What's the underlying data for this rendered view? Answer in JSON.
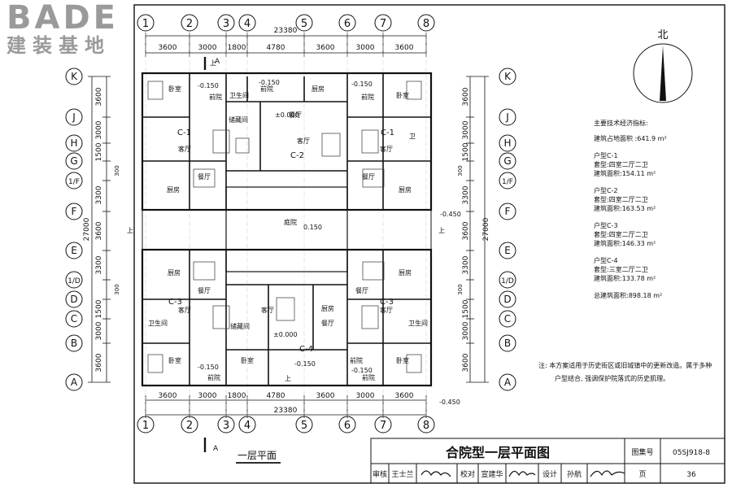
{
  "logo": {
    "en": "BADE",
    "cn": "建装基地"
  },
  "grid": {
    "columns": [
      "1",
      "2",
      "3",
      "4",
      "5",
      "6",
      "7",
      "8"
    ],
    "rows": [
      "K",
      "J",
      "H",
      "G",
      "1/F",
      "F",
      "E",
      "1/D",
      "D",
      "C",
      "B",
      "A"
    ],
    "top_dims": [
      "3600",
      "3000",
      "1800",
      "4780",
      "3600",
      "3000",
      "3600"
    ],
    "bottom_dims": [
      "3600",
      "3000",
      "1800",
      "4780",
      "3600",
      "3000",
      "3600"
    ],
    "total_width": "23380",
    "left_dims": [
      "3600",
      "3000",
      "1500",
      "3300",
      "3600",
      "3300",
      "1500",
      "3000",
      "3600"
    ],
    "right_dims": [
      "3600",
      "3000",
      "1500",
      "3300",
      "3600",
      "3300",
      "1500",
      "3000",
      "3600"
    ],
    "left_small": [
      "300",
      "300"
    ],
    "right_small": [
      "300",
      "300"
    ],
    "total_height": "27000"
  },
  "north": "北",
  "plan": {
    "rooms": {
      "wo": "卧室",
      "qianyuan": "前院",
      "weisheng": "卫生间",
      "wei": "卫",
      "chufang": "厨房",
      "canting": "餐厅",
      "keting": "客厅",
      "chucang": "储藏间",
      "tingyuan": "庭院"
    },
    "units": {
      "c1": "C-1",
      "c2": "C-2",
      "c3": "C-3",
      "c4": "C-4"
    },
    "levels": {
      "m015": "-0.150",
      "zero": "±0.000",
      "m045": "-0.450",
      "tingyuan_level": "0.150"
    },
    "up": "上",
    "section": "A"
  },
  "plan_title": "一层平面",
  "notes": {
    "heading": "主要技术经济指标:",
    "site_area": "建筑占地面积 :641.9 m²",
    "units": [
      {
        "name": "户型C-1",
        "type": "套型:四室二厅二卫",
        "area": "建筑面积:154.11 m²"
      },
      {
        "name": "户型C-2",
        "type": "套型:四室二厅二卫",
        "area": "建筑面积:163.53 m²"
      },
      {
        "name": "户型C-3",
        "type": "套型:四室二厅二卫",
        "area": "建筑面积:146.33 m²"
      },
      {
        "name": "户型C-4",
        "type": "套型:三室二厅二卫",
        "area": "建筑面积:133.78 m²"
      }
    ],
    "total": "总建筑面积:898.18 m²"
  },
  "remark": {
    "line1": "注: 本方案适用于历史街区或旧城镇中的更新改造。属于多种",
    "line2": "户型结合, 强调保护院落式的历史肌理。"
  },
  "title_block": {
    "title": "合院型一层平面图",
    "atlas_label": "图集号",
    "atlas_no": "05SJ918-8",
    "review_label": "审核",
    "reviewer": "王士兰",
    "check_label": "校对",
    "checker": "宣建华",
    "design_label": "设计",
    "designer": "孙航",
    "page_label": "页",
    "page_no": "36"
  }
}
